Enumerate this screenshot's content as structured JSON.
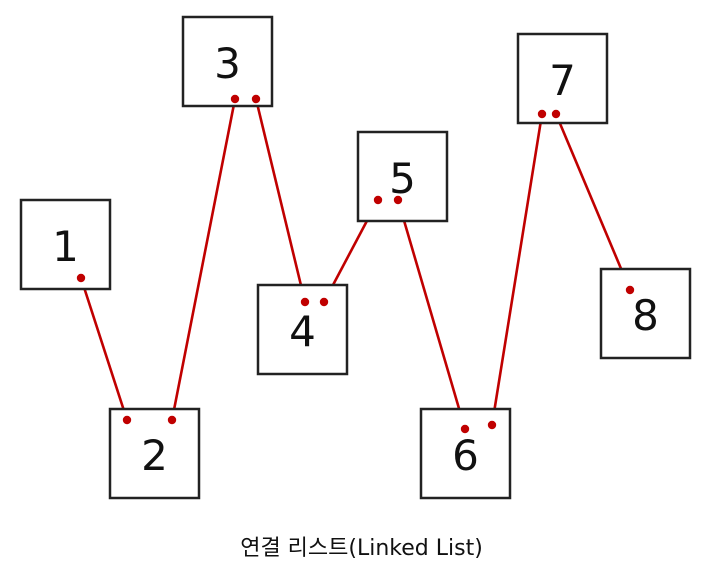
{
  "diagram": {
    "caption": "연결 리스트(Linked List)",
    "link_color": "#c00000",
    "node_border_color": "#222222",
    "nodes": [
      {
        "id": "1",
        "label": "1"
      },
      {
        "id": "2",
        "label": "2"
      },
      {
        "id": "3",
        "label": "3"
      },
      {
        "id": "4",
        "label": "4"
      },
      {
        "id": "5",
        "label": "5"
      },
      {
        "id": "6",
        "label": "6"
      },
      {
        "id": "7",
        "label": "7"
      },
      {
        "id": "8",
        "label": "8"
      }
    ],
    "links": [
      {
        "from": "1",
        "to": "2"
      },
      {
        "from": "2",
        "to": "3"
      },
      {
        "from": "3",
        "to": "4"
      },
      {
        "from": "4",
        "to": "5"
      },
      {
        "from": "5",
        "to": "6"
      },
      {
        "from": "6",
        "to": "7"
      },
      {
        "from": "7",
        "to": "8"
      }
    ]
  }
}
